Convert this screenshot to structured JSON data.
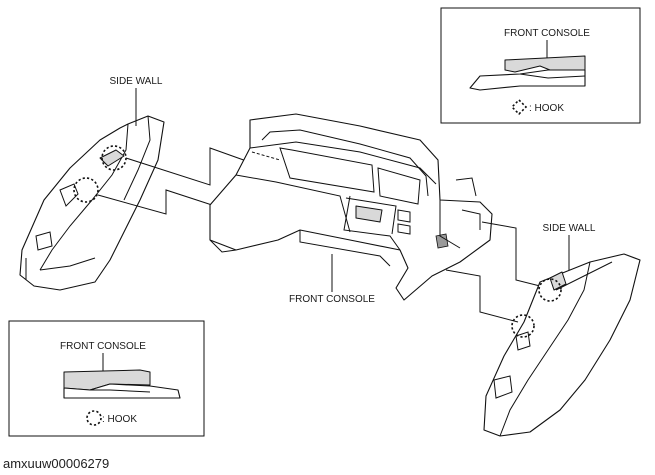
{
  "labels": {
    "side_wall_left": "SIDE WALL",
    "side_wall_right": "SIDE WALL",
    "front_console_center": "FRONT CONSOLE"
  },
  "inset_top_right": {
    "title": "FRONT CONSOLE",
    "legend_hook": ": HOOK"
  },
  "inset_bottom_left": {
    "title": "FRONT CONSOLE",
    "legend_hook": ": HOOK"
  },
  "image_code": "amxuuw00006279"
}
